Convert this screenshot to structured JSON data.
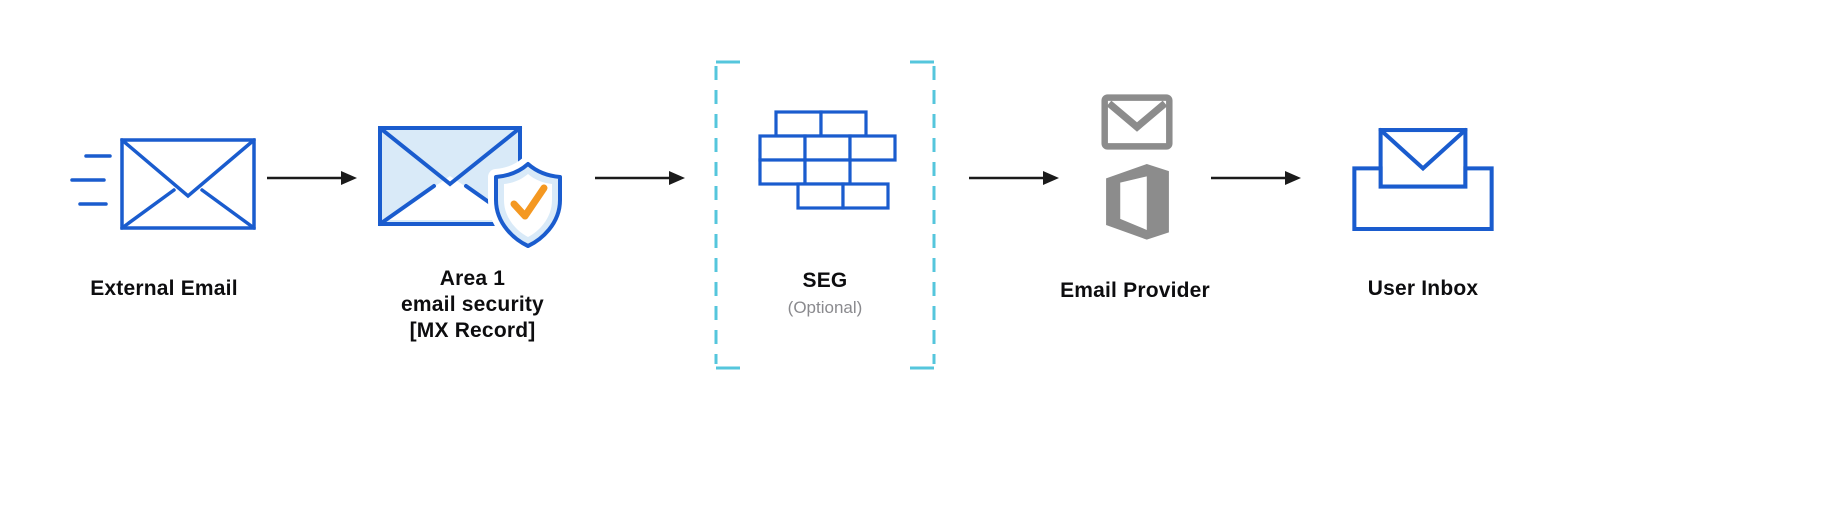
{
  "diagram": {
    "type": "flow-diagram",
    "background": "#ffffff",
    "colors": {
      "primary_blue": "#1a5cce",
      "light_blue": "#d9eaf8",
      "cyan_dashed": "#55c6dc",
      "orange_check": "#f49821",
      "gray_icon": "#8c8c8c",
      "arrow_black": "#1b1b1b",
      "text": "#0d0d0f",
      "muted_text": "#8a8a8e"
    },
    "nodes": [
      {
        "id": "external-email",
        "icon": "speeding-envelope-icon",
        "label": "External Email"
      },
      {
        "id": "area1-email-security",
        "icon": "envelope-shield-check-icon",
        "label_lines": [
          "Area 1",
          "email security",
          "[MX Record]"
        ]
      },
      {
        "id": "seg",
        "icon": "firewall-brick-wall-icon",
        "label": "SEG",
        "sublabel": "(Optional)",
        "optional": true
      },
      {
        "id": "email-provider",
        "icons": [
          "gmail-icon",
          "office-icon"
        ],
        "label": "Email Provider"
      },
      {
        "id": "user-inbox",
        "icon": "inbox-envelope-icon",
        "label": "User Inbox"
      }
    ],
    "connectors": [
      {
        "from": "external-email",
        "to": "area1-email-security",
        "type": "arrow-right"
      },
      {
        "from": "area1-email-security",
        "to": "seg",
        "type": "arrow-right"
      },
      {
        "from": "seg",
        "to": "email-provider",
        "type": "arrow-right"
      },
      {
        "from": "email-provider",
        "to": "user-inbox",
        "type": "arrow-right"
      }
    ]
  }
}
